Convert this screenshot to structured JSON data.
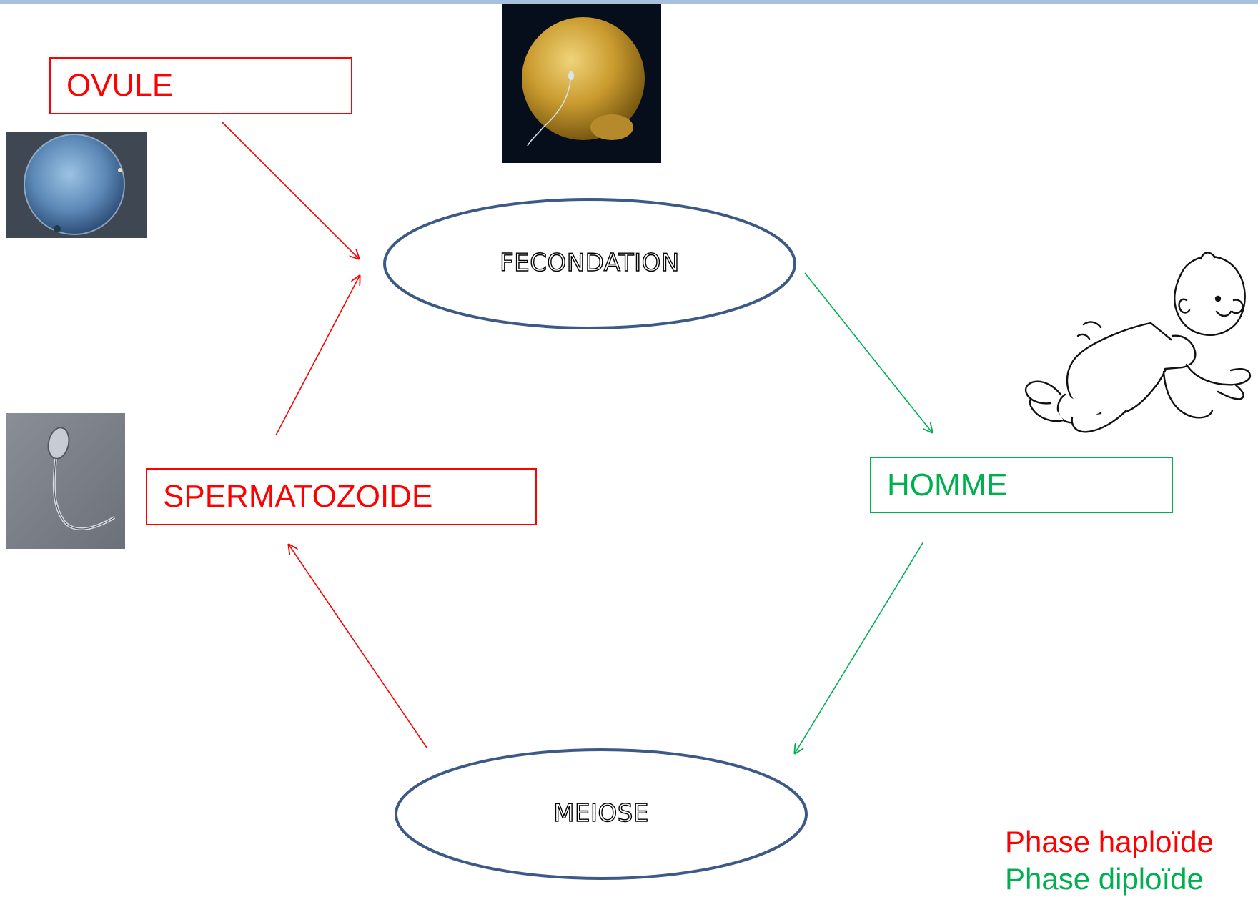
{
  "nodes": {
    "fecondation": "FECONDATION",
    "meiose": "MEIOSE"
  },
  "labels": {
    "ovule": "OVULE",
    "spermatozoide": "SPERMATOZOIDE",
    "homme": "HOMME"
  },
  "legend": {
    "haploid": "Phase haploïde",
    "diploid": "Phase diploïde"
  },
  "colors": {
    "haploid": "#ff0000",
    "diploid": "#00b050",
    "ellipse_stroke": "#3d5a87",
    "top_bar": "#a9c0dc"
  },
  "images": {
    "ovule": "egg-cell-micrograph",
    "fertilized_egg": "fertilization-micrograph",
    "spermatozoide": "sperm-cell-micrograph",
    "baby": "crawling-baby-drawing"
  }
}
